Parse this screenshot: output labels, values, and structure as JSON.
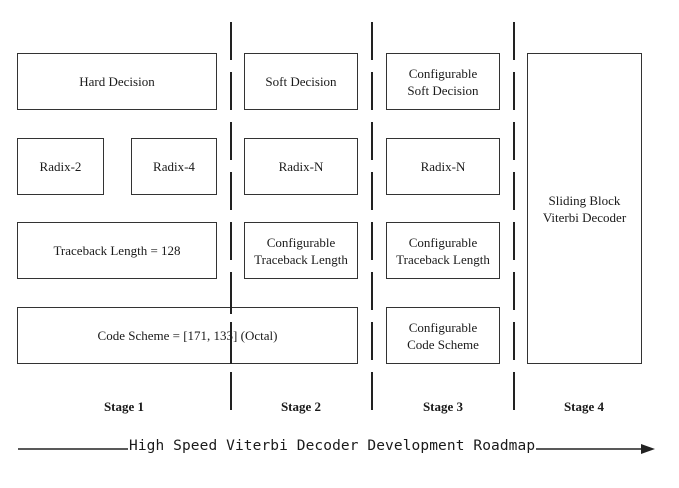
{
  "boxes": {
    "hard_decision": "Hard Decision",
    "radix2": "Radix-2",
    "radix4": "Radix-4",
    "traceback1": "Traceback Length = 128",
    "code_scheme1": "Code Scheme = [171, 133] (Octal)",
    "soft_decision": "Soft Decision",
    "radixn2": "Radix-N",
    "conf_traceback2": "Configurable\nTraceback Length",
    "conf_soft": "Configurable\nSoft Decision",
    "radixn3": "Radix-N",
    "conf_traceback3": "Configurable\nTraceback Length",
    "conf_code": "Configurable\nCode Scheme",
    "sliding": "Sliding Block\nViterbi Decoder"
  },
  "stages": {
    "s1": "Stage 1",
    "s2": "Stage 2",
    "s3": "Stage 3",
    "s4": "Stage 4"
  },
  "roadmap_label": "High Speed Viterbi Decoder Development Roadmap"
}
